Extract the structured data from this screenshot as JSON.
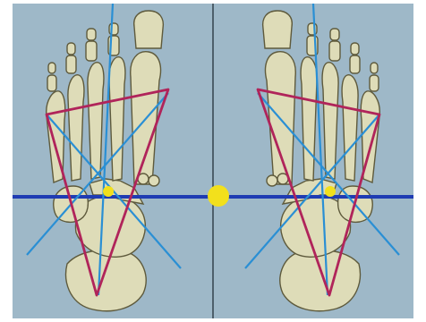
{
  "figure": {
    "panel_count": 2,
    "background_color": "#9eb8c8",
    "bone_fill_color": "#dedcb8",
    "bone_outline_color": "#5e5a3c",
    "frame_color": "#ffffff",
    "center_divider_color": "#2c3a44",
    "horizontal_axis_color": "#1f3cb3",
    "triangle_color": "#b0245a",
    "bisector_line_color": "#2a8fd4",
    "marker_color": "#f2e01c"
  },
  "panels": [
    {
      "side": "left",
      "view": "plantar-foot-skeleton"
    },
    {
      "side": "right",
      "view": "plantar-foot-skeleton"
    }
  ],
  "markers": [
    {
      "name": "left-foot-center-marker",
      "size": "small"
    },
    {
      "name": "body-center-marker",
      "size": "large"
    },
    {
      "name": "right-foot-center-marker",
      "size": "small"
    }
  ]
}
